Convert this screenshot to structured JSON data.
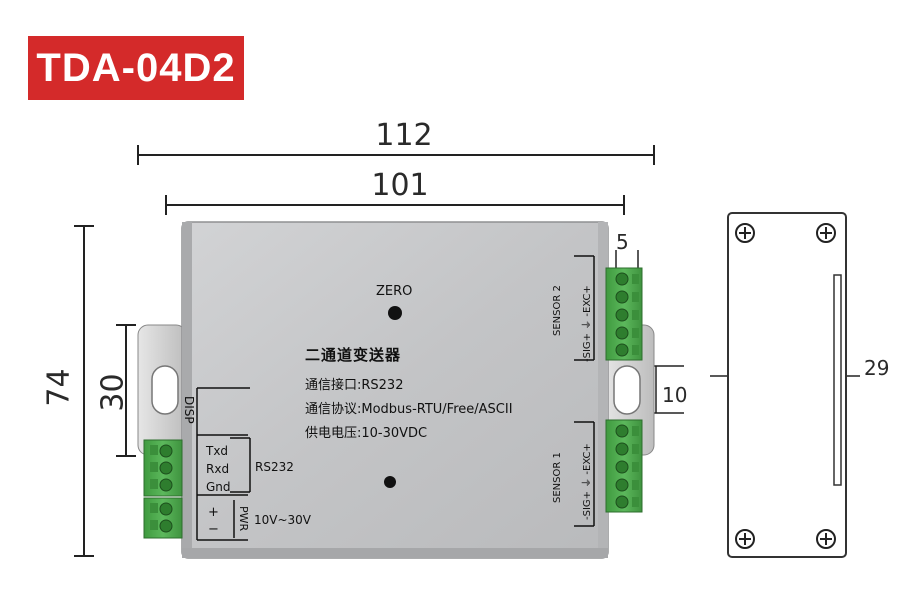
{
  "title": "TDA-04D2",
  "dimensions": {
    "overall_width": "112",
    "body_width": "101",
    "overall_height": "74",
    "mount_height": "30",
    "terminal_pitch": "5",
    "slot_width": "10",
    "depth": "29"
  },
  "panel": {
    "zero_label": "ZERO",
    "product_name": "二通道变送器",
    "spec_interface": "通信接口:RS232",
    "spec_protocol": "通信协议:Modbus-RTU/Free/ASCII",
    "spec_power": "供电电压:10-30VDC"
  },
  "left_connectors": {
    "disp_label": "DISP",
    "txd": "Txd",
    "rxd": "Rxd",
    "gnd": "Gnd",
    "rs232": "RS232",
    "plus": "+",
    "minus": "−",
    "pwr": "PWR",
    "voltage": "10V~30V"
  },
  "right_connectors": {
    "sensor2_name": "SENSOR 2",
    "sensor2_pins": "-SIG+ ⏚ -EXC+",
    "sensor1_name": "SENSOR 1",
    "sensor1_pins": "-SIG+ ⏚ -EXC+"
  },
  "colors": {
    "badge": "#d42a2a",
    "terminal_green": "#4ea84e",
    "panel_gray": "#c6c7c9"
  }
}
